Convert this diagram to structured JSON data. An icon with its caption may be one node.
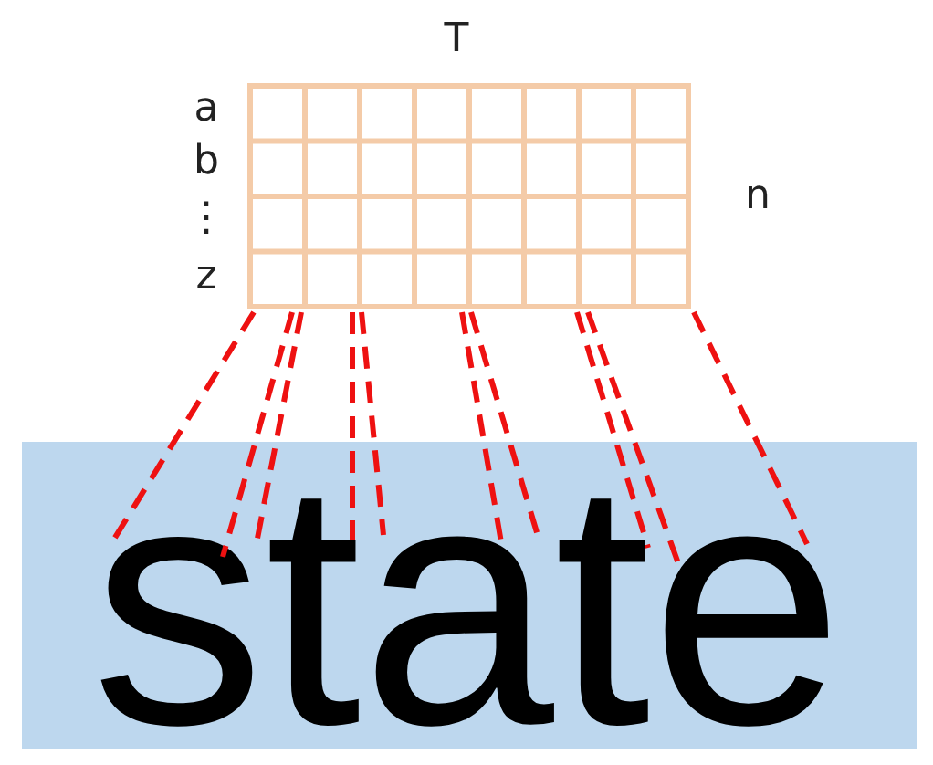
{
  "diagram": {
    "nodes": [
      {
        "text": [],
        "shape": "grid"
      },
      {
        "text": [
          "state"
        ]
      }
    ],
    "edges": [
      {
        "from": 0,
        "to": 1,
        "arrow": "none",
        "style": "dashed",
        "color": "#ee1111"
      },
      {
        "from": 0,
        "to": 1,
        "arrow": "none",
        "style": "dashed",
        "color": "#ee1111"
      },
      {
        "from": 0,
        "to": 1,
        "arrow": "none",
        "style": "dashed",
        "color": "#ee1111"
      },
      {
        "from": 0,
        "to": 1,
        "arrow": "none",
        "style": "dashed",
        "color": "#ee1111"
      },
      {
        "from": 0,
        "to": 1,
        "arrow": "none",
        "style": "dashed",
        "color": "#ee1111"
      },
      {
        "from": 0,
        "to": 1,
        "arrow": "none",
        "style": "dashed",
        "color": "#ee1111"
      },
      {
        "from": 0,
        "to": 1,
        "arrow": "none",
        "style": "dashed",
        "color": "#ee1111"
      },
      {
        "from": 0,
        "to": 1,
        "arrow": "none",
        "style": "dashed",
        "color": "#ee1111"
      },
      {
        "from": 0,
        "to": 1,
        "arrow": "none",
        "style": "dashed",
        "color": "#ee1111"
      },
      {
        "from": 0,
        "to": 1,
        "arrow": "none",
        "style": "dashed",
        "color": "#ee1111"
      }
    ],
    "labels": [
      "T",
      "a",
      "b",
      "⋮",
      "z",
      "n"
    ]
  }
}
